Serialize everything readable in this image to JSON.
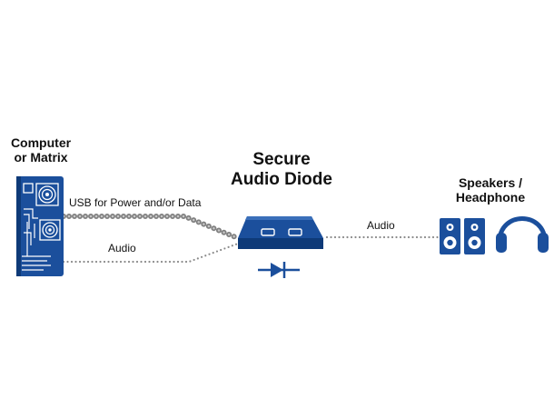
{
  "computer": {
    "title_line1": "Computer",
    "title_line2": "or Matrix"
  },
  "diode": {
    "title_line1": "Secure",
    "title_line2": "Audio Diode"
  },
  "speakers": {
    "title_line1": "Speakers /",
    "title_line2": "Headphone"
  },
  "links": {
    "usb_label": "USB for Power and/or Data",
    "audio_in_label": "Audio",
    "audio_out_label": "Audio"
  },
  "colors": {
    "device_blue": "#1b4f9c",
    "device_dark": "#0e3a78",
    "cable_gray": "#808080"
  },
  "icons": {
    "computer": "computer-tower-icon",
    "diode_box": "diode-device-icon",
    "diode_symbol": "diode-symbol-icon",
    "speaker": "speaker-icon",
    "headphones": "headphones-icon"
  }
}
